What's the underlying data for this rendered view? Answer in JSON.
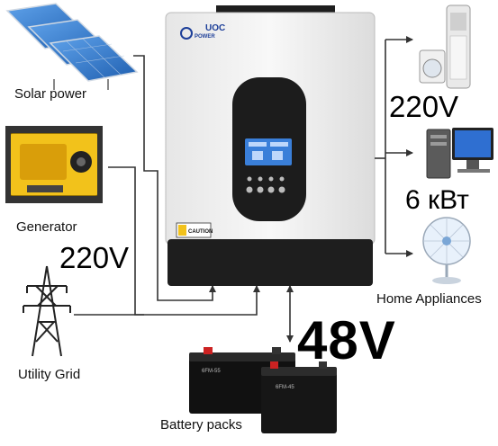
{
  "sources": {
    "solar": "Solar power",
    "generator": "Generator",
    "grid": "Utility Grid"
  },
  "input_voltage": "220V",
  "output": {
    "voltage": "220V",
    "power": "6 кВт",
    "loads": "Home Appliances"
  },
  "battery": {
    "voltage": "48V",
    "label": "Battery packs",
    "unit_1_text": "6FM-55",
    "unit_2_text": "6FM-45"
  },
  "inverter": {
    "brand_line1": "UOC",
    "brand_line2": "POWER",
    "caution": "CAUTION"
  },
  "colors": {
    "line": "#333333",
    "solar_cell": "#2a6fc4",
    "generator_body": "#f2c21b",
    "inverter_body": "#f1f1f1",
    "inverter_bottom": "#1e1e1e",
    "lcd": "#3a7fd9"
  }
}
